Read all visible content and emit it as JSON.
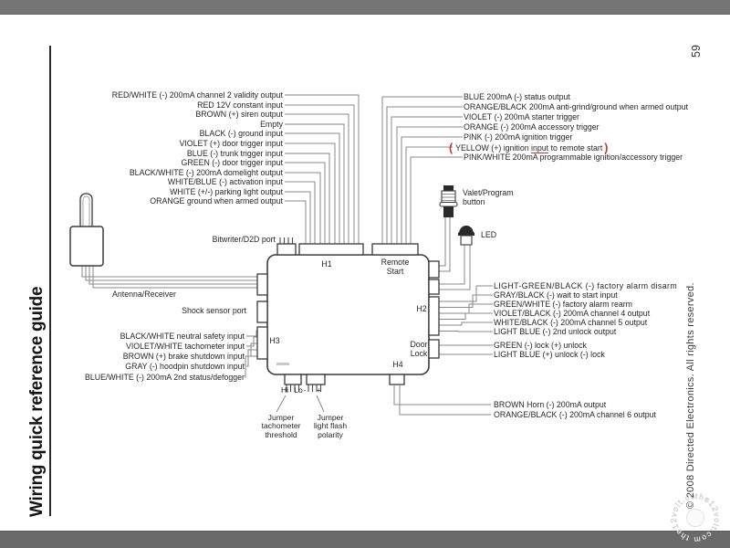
{
  "frame": {
    "page_number": "59",
    "copyright": "© 2008 Directed Electronics. All rights reserved.",
    "sidebar_title": "Wiring quick reference guide",
    "watermark": "the12volt.com   the12volt.com"
  },
  "module": {
    "h1": "H1",
    "remote_start": "Remote\nStart",
    "h2": "H2",
    "h3": "H3",
    "h4": "H4",
    "door_lock": "Door\nLock",
    "bitwriter_port": "Bitwriter/D2D port",
    "antenna": "Antenna/Receiver",
    "shock_port": "Shock sensor port",
    "valet_button": "Valet/Program\nbutton",
    "led": "LED",
    "jumper_tach": "Jumper\ntachometer\nthreshold",
    "jumper_flash": "Jumper\nlight flash\npolarity",
    "hi": "Hi",
    "lo": "Lo",
    "minus": "-",
    "plus": "+"
  },
  "h1_labels": [
    "RED/WHITE (-) 200mA channel 2 validity output",
    "RED 12V constant input",
    "BROWN (+) siren output",
    "Empty",
    "BLACK (-) ground input",
    "VIOLET (+) door trigger input",
    "BLUE (-) trunk trigger input",
    "GREEN (-) door trigger input",
    "BLACK/WHITE (-) 200mA domelight output",
    "WHITE/BLUE (-) activation input",
    "WHITE (+/-) parking light output",
    "ORANGE ground when armed output"
  ],
  "rs_labels": [
    "BLUE 200mA (-) status output",
    "ORANGE/BLACK 200mA anti-grind/ground when armed output",
    "VIOLET (-) 200mA starter trigger",
    "ORANGE (-) 200mA accessory trigger",
    "PINK (-) 200mA ignition trigger"
  ],
  "yellow_label": {
    "open": "(",
    "pre": "YELLOW (+) ignition ",
    "underlined": "input",
    "post": " to remote start",
    "close": ")"
  },
  "rs_label_last": "PINK/WHITE 200mA programmable ignition/accessory trigger",
  "h2_labels": [
    "LIGHT-GREEN/BLACK (-) factory alarm disarm",
    "GRAY/BLACK (-) wait to start input",
    "GREEN/WHITE (-) factory alarm rearm",
    "VIOLET/BLACK (-) 200mA channel 4 output",
    "WHITE/BLACK (-) 200mA channel 5 output",
    "LIGHT BLUE (-) 2nd unlock output"
  ],
  "door_labels": [
    "GREEN (-) lock (+) unlock",
    "LIGHT BLUE (+) unlock (-) lock"
  ],
  "h3_labels": [
    "BLACK/WHITE neutral safety input",
    "VIOLET/WHITE tachometer input",
    "BROWN (+) brake shutdown input",
    "GRAY (-) hoodpin shutdown input",
    "BLUE/WHITE (-) 200mA 2nd status/defogger"
  ],
  "h4_labels": [
    "BROWN Horn (-) 200mA output",
    "ORANGE/BLACK (-) 200mA channel 6 output"
  ],
  "colors": {
    "annotation_red": "#c23b22",
    "wire_gray": "#8a8a8a",
    "frame_gray": "#757575"
  }
}
